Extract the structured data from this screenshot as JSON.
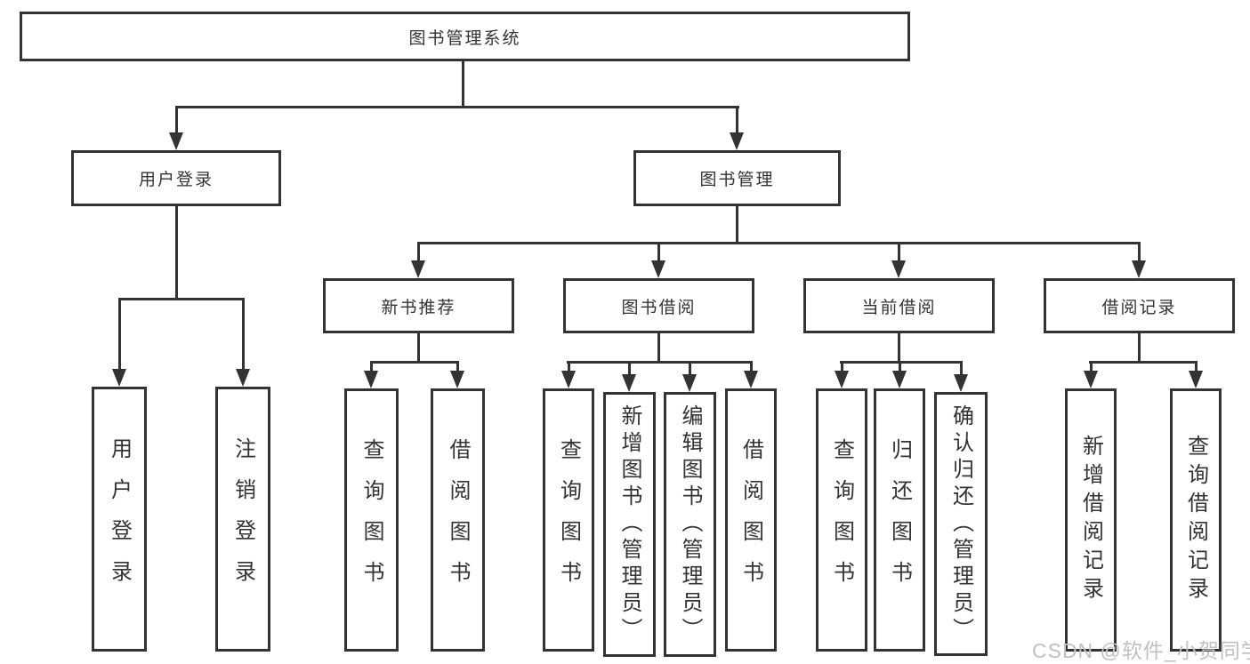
{
  "tree": {
    "root": {
      "label": "图书管理系统",
      "children": [
        {
          "label": "用户登录",
          "children": [
            {
              "label": "用户登录"
            },
            {
              "label": "注销登录"
            }
          ]
        },
        {
          "label": "图书管理",
          "children": [
            {
              "label": "新书推荐",
              "children": [
                {
                  "label": "查询图书"
                },
                {
                  "label": "借阅图书"
                }
              ]
            },
            {
              "label": "图书借阅",
              "children": [
                {
                  "label": "查询图书"
                },
                {
                  "label": "新增图书（管理员）"
                },
                {
                  "label": "编辑图书（管理员）"
                },
                {
                  "label": "借阅图书"
                }
              ]
            },
            {
              "label": "当前借阅",
              "children": [
                {
                  "label": "查询图书"
                },
                {
                  "label": "归还图书"
                },
                {
                  "label": "确认归还（管理员）"
                }
              ]
            },
            {
              "label": "借阅记录",
              "children": [
                {
                  "label": "新增借阅记录"
                },
                {
                  "label": "查询借阅记录"
                }
              ]
            }
          ]
        }
      ]
    }
  },
  "watermark": "CSDN @软件_小贺同学",
  "colors": {
    "line": "#333333",
    "box_border": "#333333",
    "box_fill": "#ffffff",
    "text": "#333333",
    "watermark": "#c0c0c0",
    "background": "#ffffff"
  }
}
